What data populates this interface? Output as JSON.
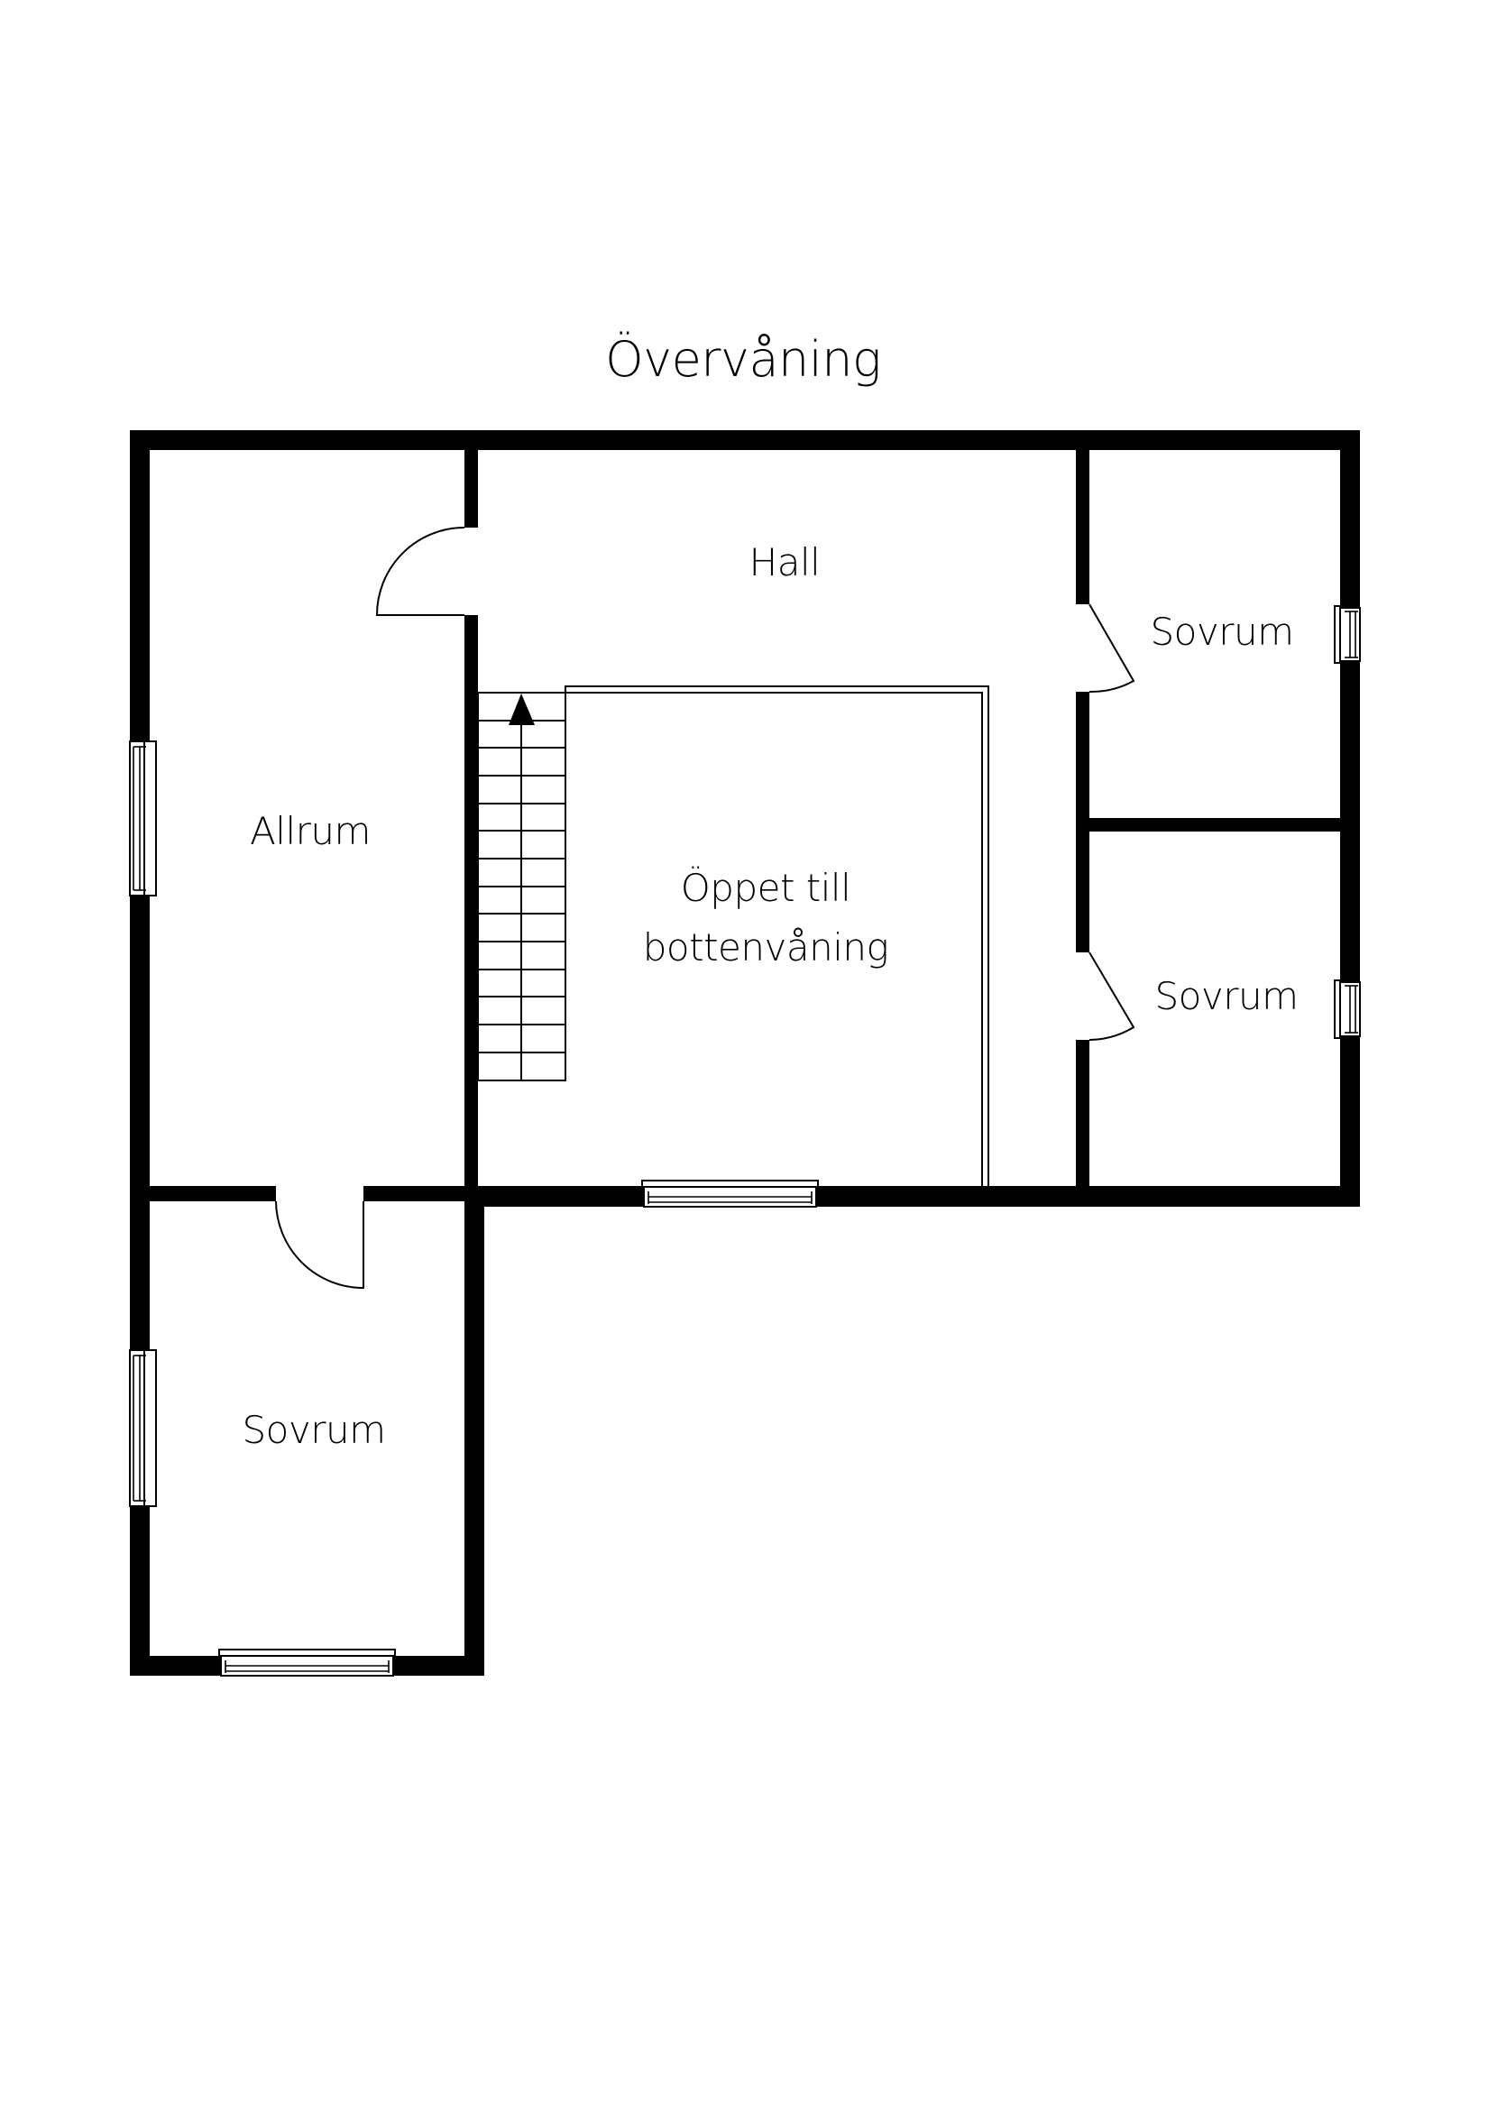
{
  "title": "Övervåning",
  "colors": {
    "wall": "#000000",
    "background": "#ffffff"
  },
  "rooms": {
    "hall": {
      "label": "Hall"
    },
    "allrum": {
      "label": "Allrum"
    },
    "open_area": {
      "line1": "Öppet till",
      "line2": "bottenvåning"
    },
    "sovrum_top_right": {
      "label": "Sovrum"
    },
    "sovrum_mid_right": {
      "label": "Sovrum"
    },
    "sovrum_bottom_left": {
      "label": "Sovrum"
    }
  },
  "stairs": {
    "step_count": 14,
    "direction": "up",
    "icon": "arrow-up-icon"
  },
  "doors": [
    {
      "id": "door-allrum-hall",
      "icon": "door-swing-icon"
    },
    {
      "id": "door-hall-sovrum-top",
      "icon": "door-swing-icon"
    },
    {
      "id": "door-hall-sovrum-mid",
      "icon": "door-swing-icon"
    },
    {
      "id": "door-allrum-sovrum-bottom",
      "icon": "door-swing-icon"
    }
  ],
  "windows": [
    {
      "id": "window-allrum-west",
      "icon": "window-icon"
    },
    {
      "id": "window-sovrum-top-east",
      "icon": "window-icon"
    },
    {
      "id": "window-sovrum-mid-east",
      "icon": "window-icon"
    },
    {
      "id": "window-open-area-south",
      "icon": "window-icon"
    },
    {
      "id": "window-sovrum-bottom-west",
      "icon": "window-icon"
    },
    {
      "id": "window-sovrum-bottom-south",
      "icon": "window-icon"
    }
  ]
}
